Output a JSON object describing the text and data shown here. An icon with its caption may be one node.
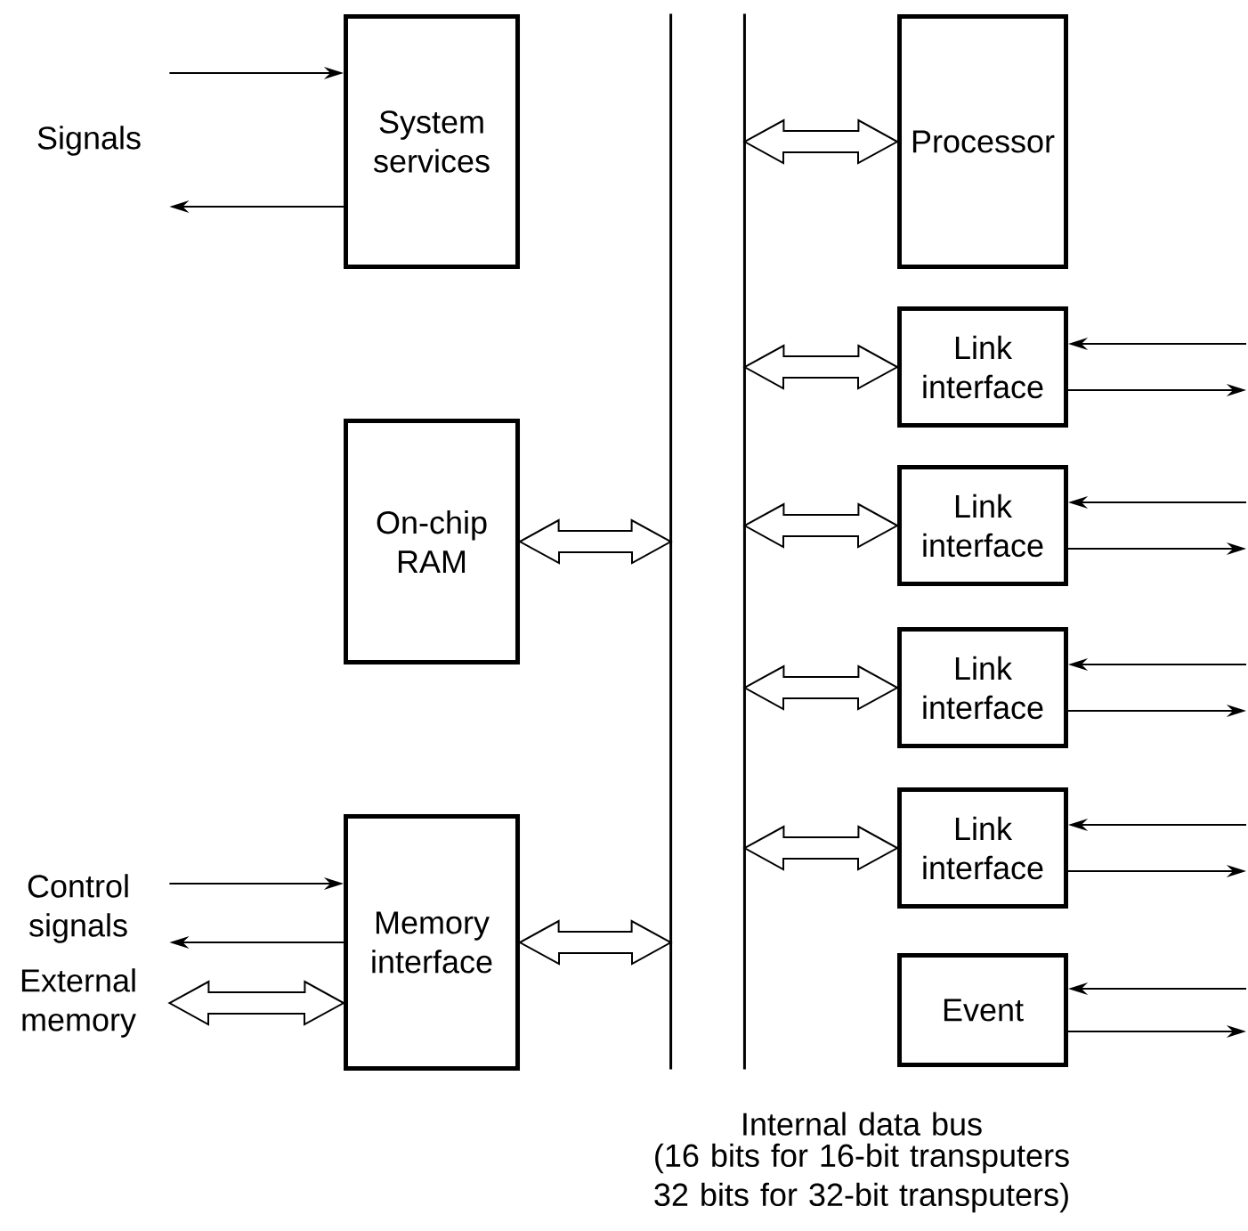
{
  "diagram": {
    "nodes": [
      {
        "text": [
          "System services"
        ]
      },
      {
        "text": [
          "On-chip RAM"
        ]
      },
      {
        "text": [
          "Memory interface"
        ]
      },
      {
        "text": [],
        "shape": "bar"
      },
      {
        "text": [
          "Processor"
        ]
      },
      {
        "text": [
          "Link interface"
        ]
      },
      {
        "text": [
          "Link interface"
        ]
      },
      {
        "text": [
          "Link interface"
        ]
      },
      {
        "text": [
          "Link interface"
        ]
      },
      {
        "text": [
          "Event"
        ]
      },
      {
        "text": [
          "Signals"
        ]
      },
      {
        "text": [
          "Control signals"
        ]
      },
      {
        "text": [
          "External memory"
        ]
      }
    ],
    "edges": [
      {
        "from": 10,
        "to": 0,
        "arrow": "to"
      },
      {
        "from": 0,
        "to": 10,
        "arrow": "to"
      },
      {
        "from": 3,
        "to": 4,
        "arrow": "both"
      },
      {
        "from": 3,
        "to": 5,
        "arrow": "both"
      },
      {
        "from": null,
        "to": 5,
        "arrow": "to"
      },
      {
        "from": 5,
        "to": null,
        "arrow": "to"
      },
      {
        "from": 3,
        "to": 6,
        "arrow": "both"
      },
      {
        "from": null,
        "to": 6,
        "arrow": "to"
      },
      {
        "from": 6,
        "to": null,
        "arrow": "to"
      },
      {
        "from": 3,
        "to": 7,
        "arrow": "both"
      },
      {
        "from": null,
        "to": 7,
        "arrow": "to"
      },
      {
        "from": 7,
        "to": null,
        "arrow": "to"
      },
      {
        "from": 3,
        "to": 8,
        "arrow": "both"
      },
      {
        "from": null,
        "to": 8,
        "arrow": "to"
      },
      {
        "from": 8,
        "to": null,
        "arrow": "to"
      },
      {
        "from": null,
        "to": 9,
        "arrow": "to"
      },
      {
        "from": 9,
        "to": null,
        "arrow": "to"
      },
      {
        "from": 3,
        "to": 1,
        "arrow": "both"
      },
      {
        "from": 11,
        "to": 2,
        "arrow": "to"
      },
      {
        "from": 2,
        "to": 11,
        "arrow": "to"
      },
      {
        "from": 12,
        "to": 2,
        "arrow": "both"
      },
      {
        "from": 3,
        "to": 2,
        "arrow": "both"
      }
    ],
    "labels": [
      "Internal data bus",
      "(16 bits for 16-bit transputers 32 bits for 32-bit transputers)"
    ]
  }
}
